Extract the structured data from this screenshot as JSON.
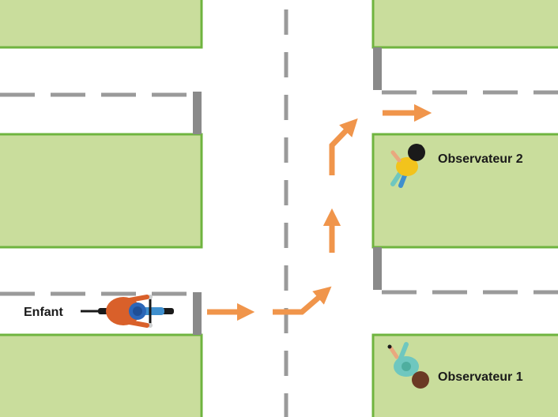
{
  "colors": {
    "block_fill": "#c9dd9c",
    "block_stroke": "#6fb43f",
    "curb": "#8a8a8a",
    "lane_marking": "#9a9a9a",
    "arrow": "#f0954b",
    "bike_frame": "#3f8fce",
    "child_shirt": "#d9602a",
    "observer2_shirt": "#f2c31c",
    "observer1_shirt": "#6fc7bf"
  },
  "labels": {
    "child": "Enfant",
    "observer_2": "Observateur 2",
    "observer_1": "Observateur 1"
  },
  "icons": {
    "child": "child-on-bicycle-icon",
    "observer_2": "person-observer-icon",
    "observer_1": "person-observer-icon"
  }
}
